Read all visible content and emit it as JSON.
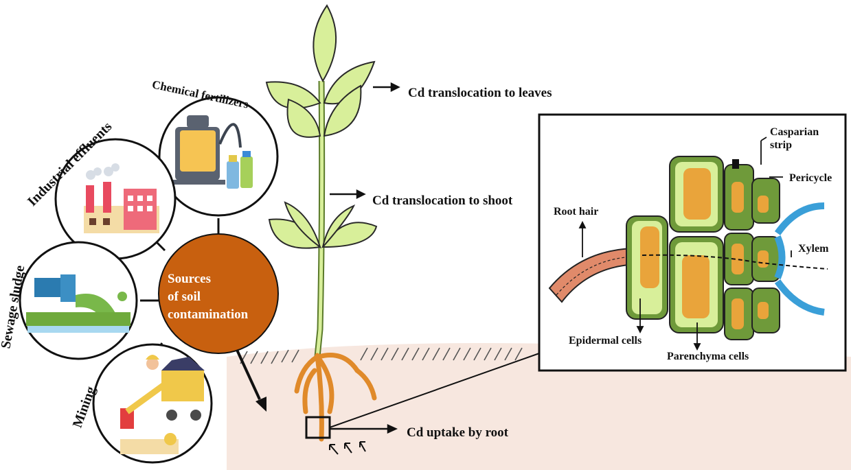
{
  "center": {
    "line1": "Sources",
    "line2": "of soil",
    "line3": "contamination",
    "fill": "#c8600f"
  },
  "sources": {
    "chemical_fertilizers": "Chemical fertilizers",
    "industrial_effluents": "Industrial effluents",
    "sewage_sludge": "Sewage sludge",
    "mining": "Mining"
  },
  "plant_labels": {
    "leaves": "Cd translocation  to leaves",
    "shoot": "Cd translocation  to shoot",
    "root": "Cd uptake by root"
  },
  "inset": {
    "casparian_line1": "Casparian",
    "casparian_line2": "strip",
    "pericycle": "Pericycle",
    "root_hair": "Root hair",
    "xylem": "Xylem",
    "epidermal": "Epidermal cells",
    "parenchyma": "Parenchyma cells"
  },
  "colors": {
    "leaf": "#d8ef9a",
    "root": "#e08a2a",
    "cell_wall": "#6f9a3a",
    "cell_inner": "#e9a43b",
    "xylem": "#3a9fd8"
  }
}
